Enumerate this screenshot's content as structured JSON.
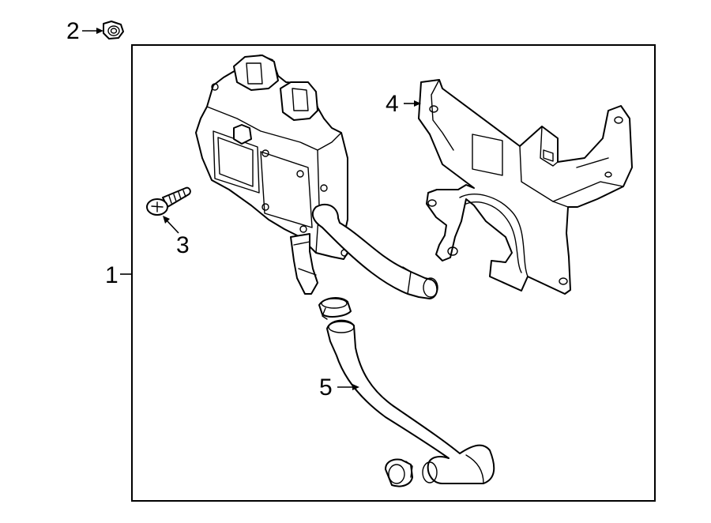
{
  "callouts": {
    "c1": "1",
    "c2": "2",
    "c3": "3",
    "c4": "4",
    "c5": "5"
  },
  "parts": [
    {
      "ref": "1",
      "icon": "module-assembly-icon"
    },
    {
      "ref": "2",
      "icon": "nut-icon"
    },
    {
      "ref": "3",
      "icon": "screw-icon"
    },
    {
      "ref": "4",
      "icon": "bracket-icon"
    },
    {
      "ref": "5",
      "icon": "hose-icon"
    }
  ],
  "colors": {
    "line": "#000000",
    "background": "#ffffff"
  }
}
